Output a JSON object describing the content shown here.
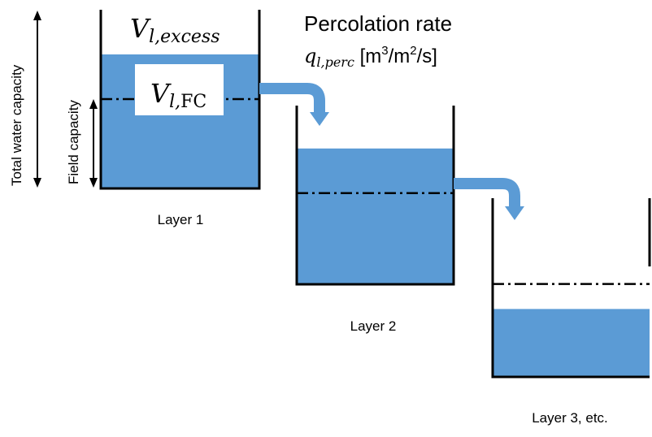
{
  "title": "Percolation rate",
  "rate_symbol": {
    "q": "q",
    "sub": "l,perc",
    "units_prefix": " [m",
    "units_exp1": "3",
    "units_mid": "/m",
    "units_exp2": "2",
    "units_suffix": "/s]"
  },
  "labels": {
    "total_capacity": "Total water capacity",
    "field_capacity": "Field capacity",
    "v_excess_main": "V",
    "v_excess_sub": "l,excess",
    "v_fc_main": "V",
    "v_fc_sub_italic": "l,",
    "v_fc_sub_roman": "FC"
  },
  "layers": [
    {
      "label": "Layer 1",
      "fill_fraction": 0.75,
      "fc_fraction": 0.5
    },
    {
      "label": "Layer 2",
      "fill_fraction": 0.76,
      "fc_fraction": 0.51
    },
    {
      "label": "Layer 3, etc.",
      "fill_fraction": 0.38,
      "fc_fraction": 0.52
    }
  ],
  "colors": {
    "water": "#5b9bd5",
    "outline": "#000000",
    "arrow": "#5b9bd5",
    "label_box": "#ffffff"
  }
}
